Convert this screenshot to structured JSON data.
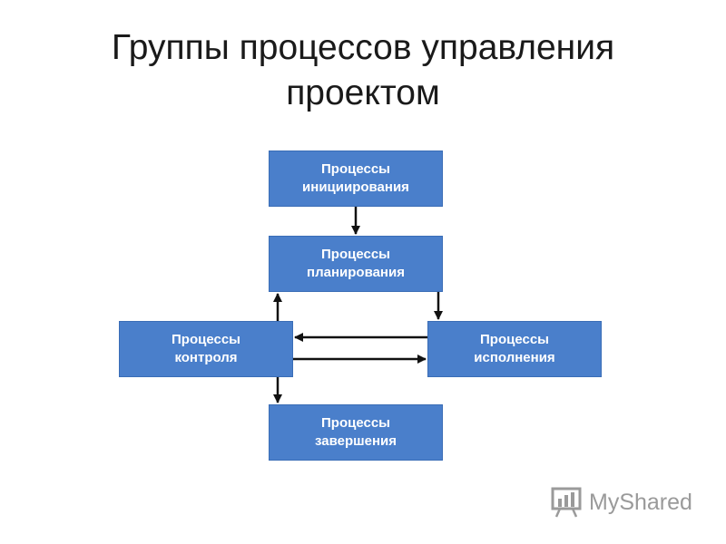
{
  "slide": {
    "title_line1": "Группы процессов управления",
    "title_line2": "проектом"
  },
  "boxes": {
    "initiation": {
      "line1": "Процессы",
      "line2": "инициирования"
    },
    "planning": {
      "line1": "Процессы",
      "line2": "планирования"
    },
    "control": {
      "line1": "Процессы",
      "line2": "контроля"
    },
    "execution": {
      "line1": "Процессы",
      "line2": "исполнения"
    },
    "closing": {
      "line1": "Процессы",
      "line2": "завершения"
    }
  },
  "watermark": {
    "text": "MyShared"
  },
  "colors": {
    "box_fill": "#4a7fcb",
    "arrow": "#111111",
    "watermark": "#9a9a9a"
  },
  "icons": {
    "watermark_logo": "bar-chart-icon"
  }
}
